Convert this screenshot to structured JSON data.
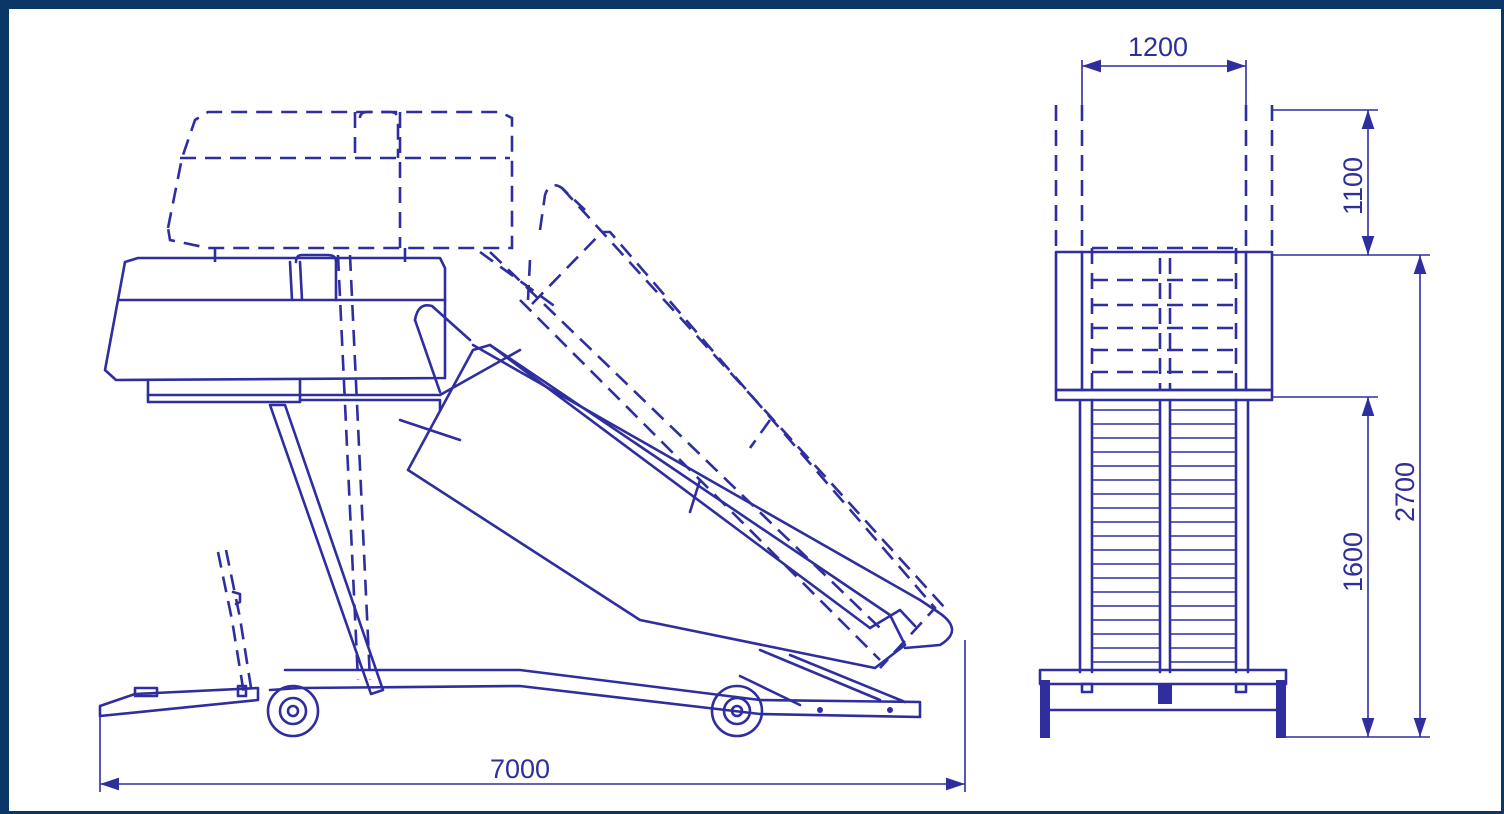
{
  "colors": {
    "frame": "#0a3766",
    "ink": "#2e2e9e",
    "background": "#ffffff"
  },
  "dimensions": {
    "length": "7000",
    "width": "1200",
    "rail_height": "1100",
    "platform_height": "1600",
    "max_height": "2700"
  }
}
